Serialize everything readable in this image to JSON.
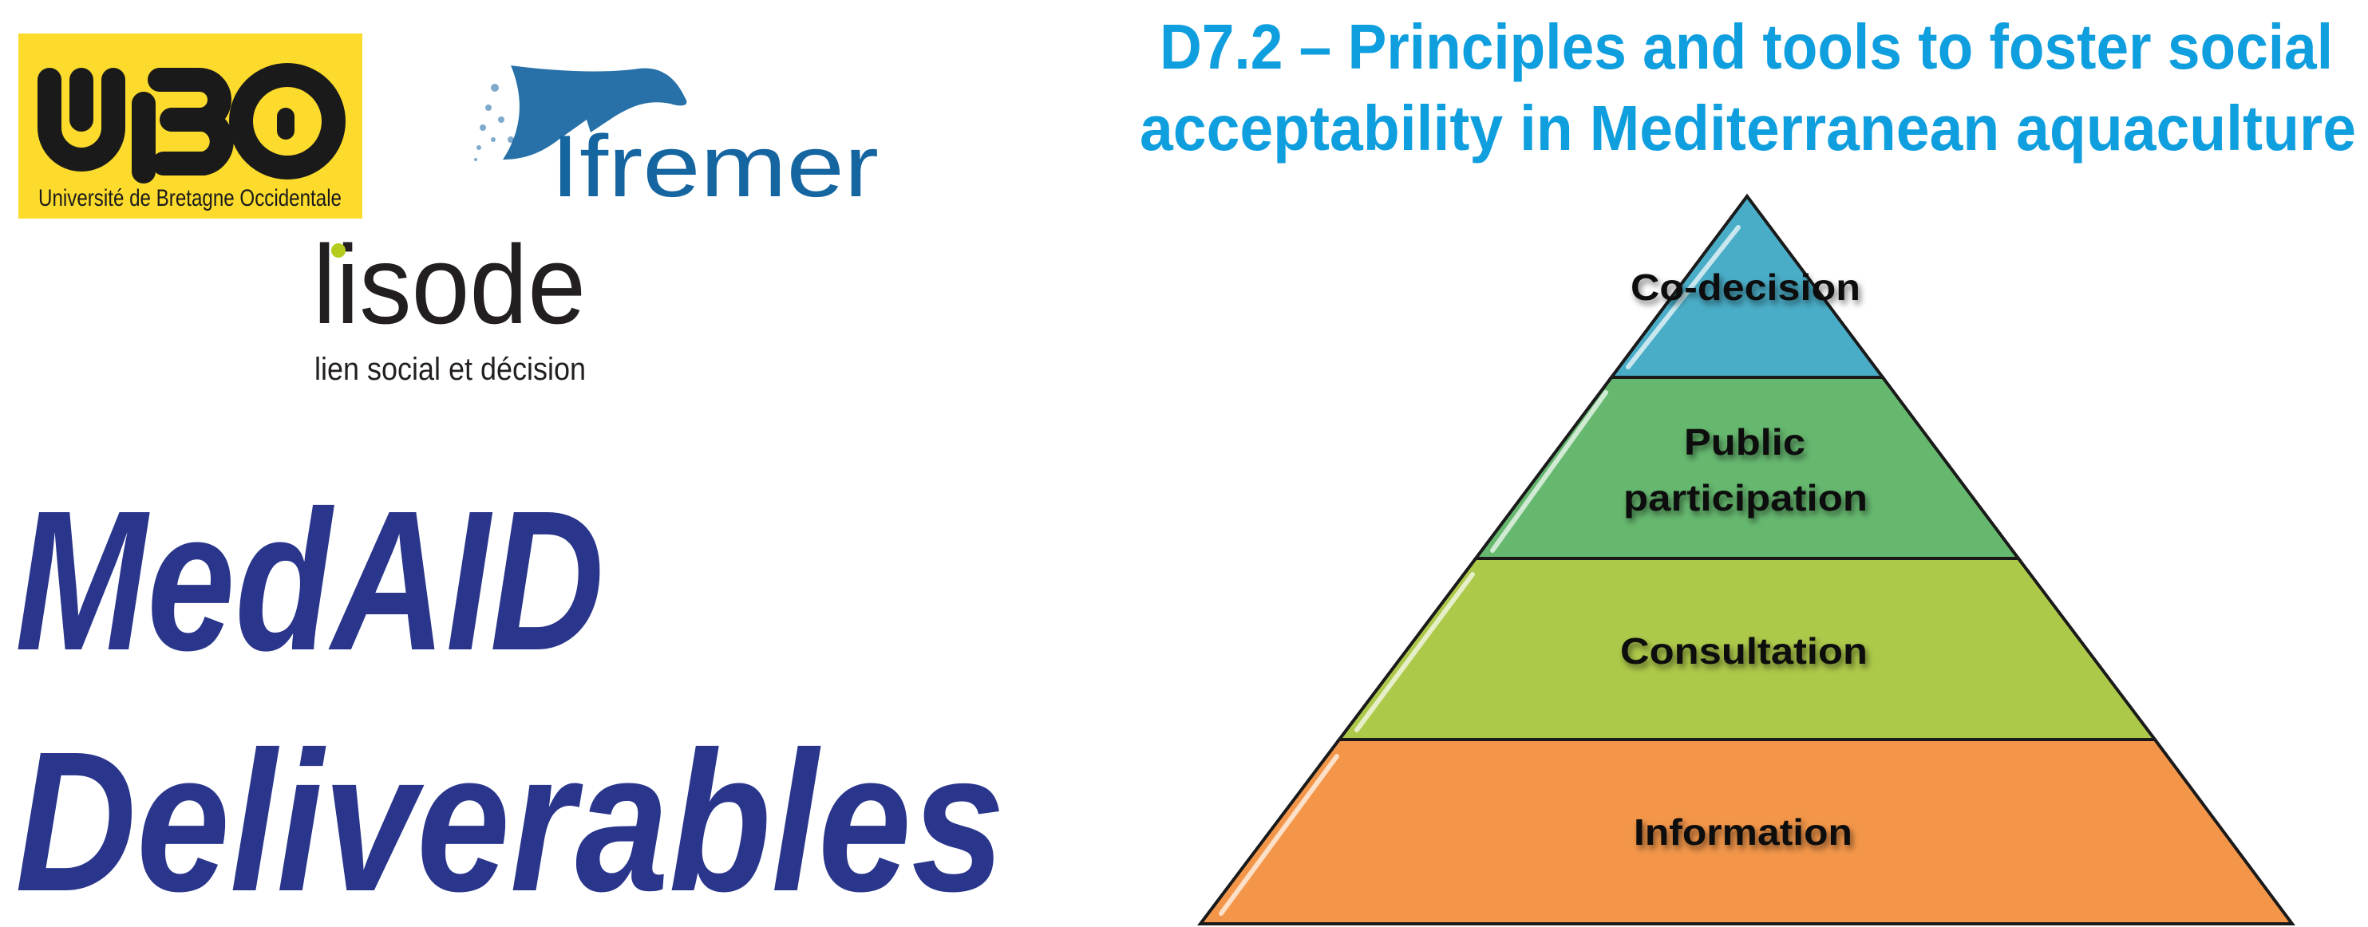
{
  "logos": {
    "ubo": {
      "mark": "UBO",
      "subtitle": "Université de Bretagne Occidentale"
    },
    "ifremer": {
      "name": "Ifremer"
    },
    "lisode": {
      "name": "lisode",
      "tagline": "lien social et décision"
    }
  },
  "title": {
    "line1": "D7.2 –  Principles and tools to foster social",
    "line2": "acceptability in Mediterranean aquaculture"
  },
  "headline": {
    "line1": "MedAID",
    "line2": "Deliverables"
  },
  "pyramid": {
    "tiers": [
      {
        "label": "Co-decision",
        "color": "#4aadc7"
      },
      {
        "label_line1": "Public",
        "label_line2": "participation",
        "color": "#66b86f"
      },
      {
        "label": "Consultation",
        "color": "#adc94a"
      },
      {
        "label": "Information",
        "color": "#f39649"
      }
    ]
  },
  "colors": {
    "title": "#0f9ede",
    "headline": "#29368c",
    "ubo_yellow": "#fcdb2d",
    "ifremer_blue": "#1565a1",
    "lisode_dot": "#b5cc1f"
  }
}
